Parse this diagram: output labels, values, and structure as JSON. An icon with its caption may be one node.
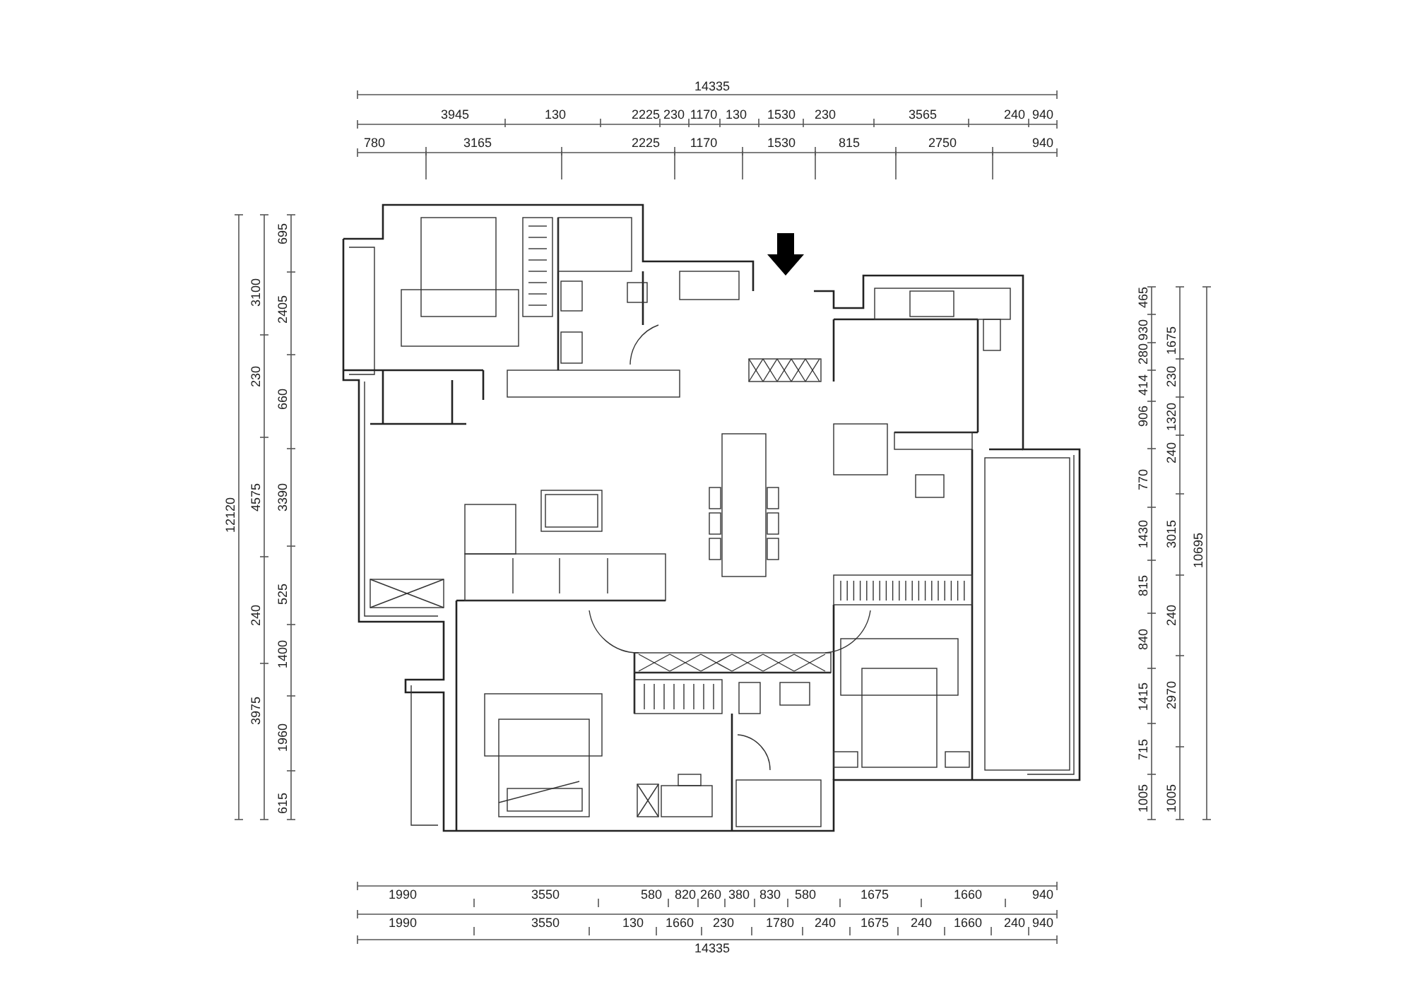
{
  "diagram": {
    "labels": [
      "14335",
      "3945",
      "130",
      "2225",
      "230",
      "1170",
      "130",
      "1530",
      "230",
      "3565",
      "240",
      "940",
      "780",
      "3165",
      "2225",
      "1170",
      "1530",
      "815",
      "2750",
      "940",
      "12120",
      "3100",
      "230",
      "4575",
      "240",
      "3975",
      "695",
      "2405",
      "660",
      "3390",
      "525",
      "1400",
      "1960",
      "615",
      "465",
      "930",
      "280",
      "414",
      "906",
      "770",
      "1430",
      "815",
      "840",
      "1415",
      "715",
      "1005",
      "1675",
      "230",
      "1320",
      "240",
      "3015",
      "240",
      "2970",
      "1005",
      "10695",
      "1990",
      "3550",
      "580",
      "820",
      "260",
      "380",
      "830",
      "580",
      "1675",
      "1660",
      "940",
      "1990",
      "3550",
      "130",
      "1660",
      "230",
      "1780",
      "240",
      "1675",
      "240",
      "1660",
      "240",
      "940",
      "14335"
    ]
  }
}
